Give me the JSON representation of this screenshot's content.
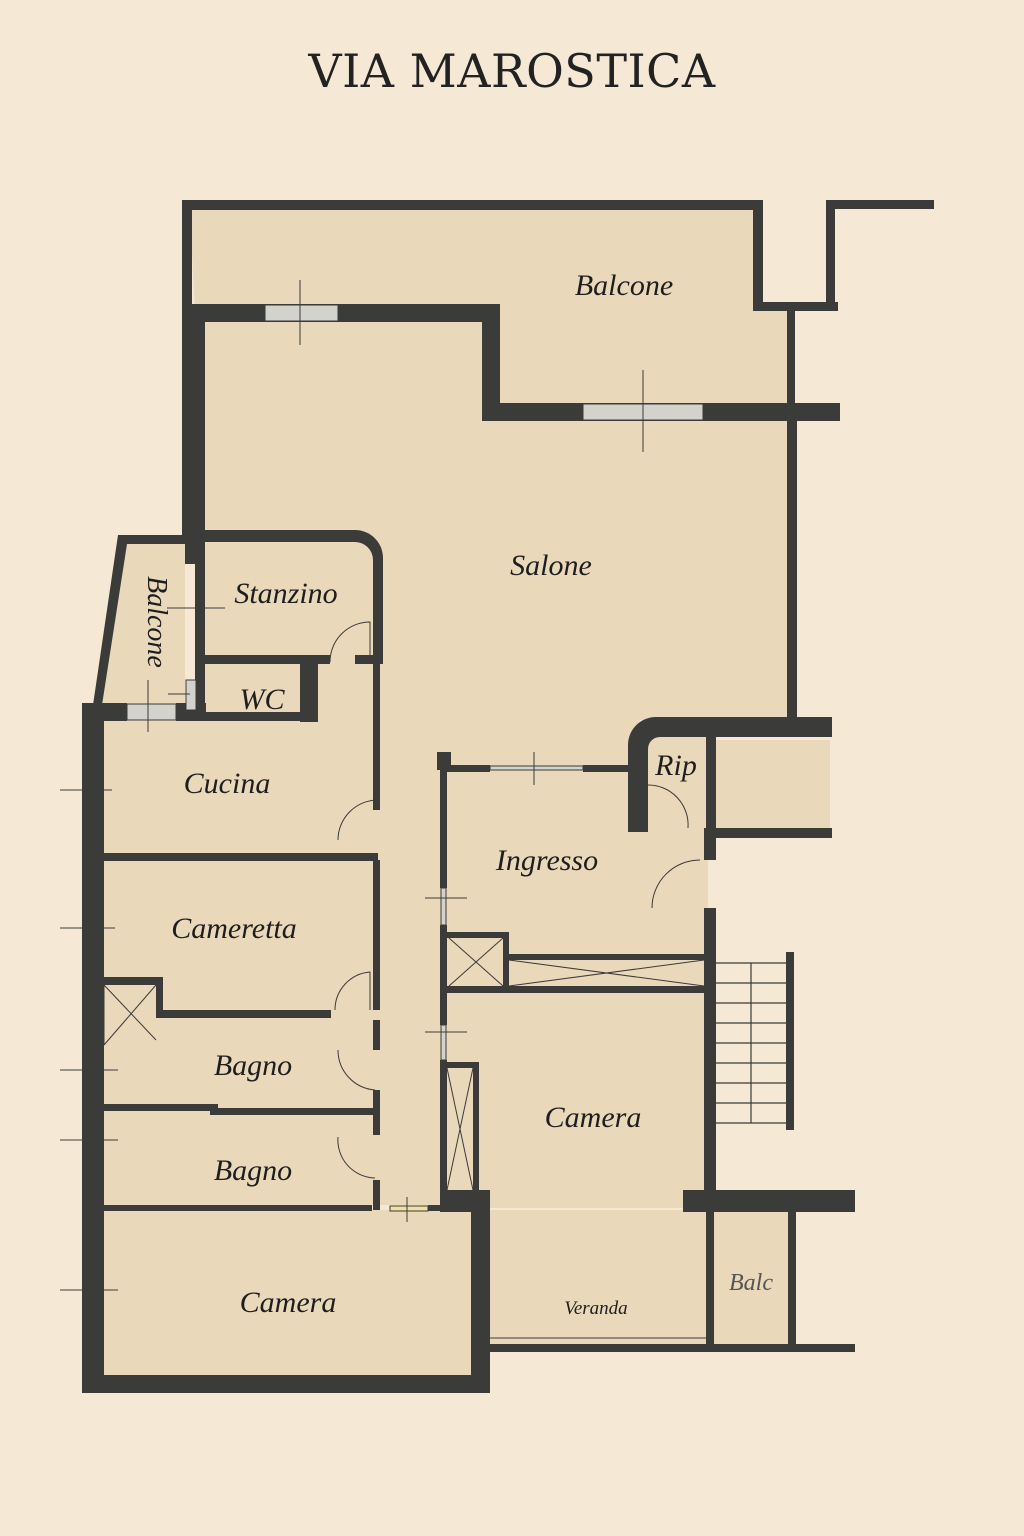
{
  "title": "VIA MAROSTICA",
  "rooms": {
    "balcone_top": "Balcone",
    "salone": "Salone",
    "stanzino": "Stanzino",
    "balcone_side": "Balcone",
    "wc": "WC",
    "cucina": "Cucina",
    "rip": "Rip",
    "ingresso": "Ingresso",
    "cameretta": "Cameretta",
    "bagno1": "Bagno",
    "bagno2": "Bagno",
    "camera_right": "Camera",
    "camera_left": "Camera",
    "veranda": "Veranda",
    "balc": "Balc"
  },
  "colors": {
    "background": "#f5e9d5",
    "room": "#e9d8ba",
    "wall": "#3b3b39",
    "window": "#d4d2cc"
  }
}
